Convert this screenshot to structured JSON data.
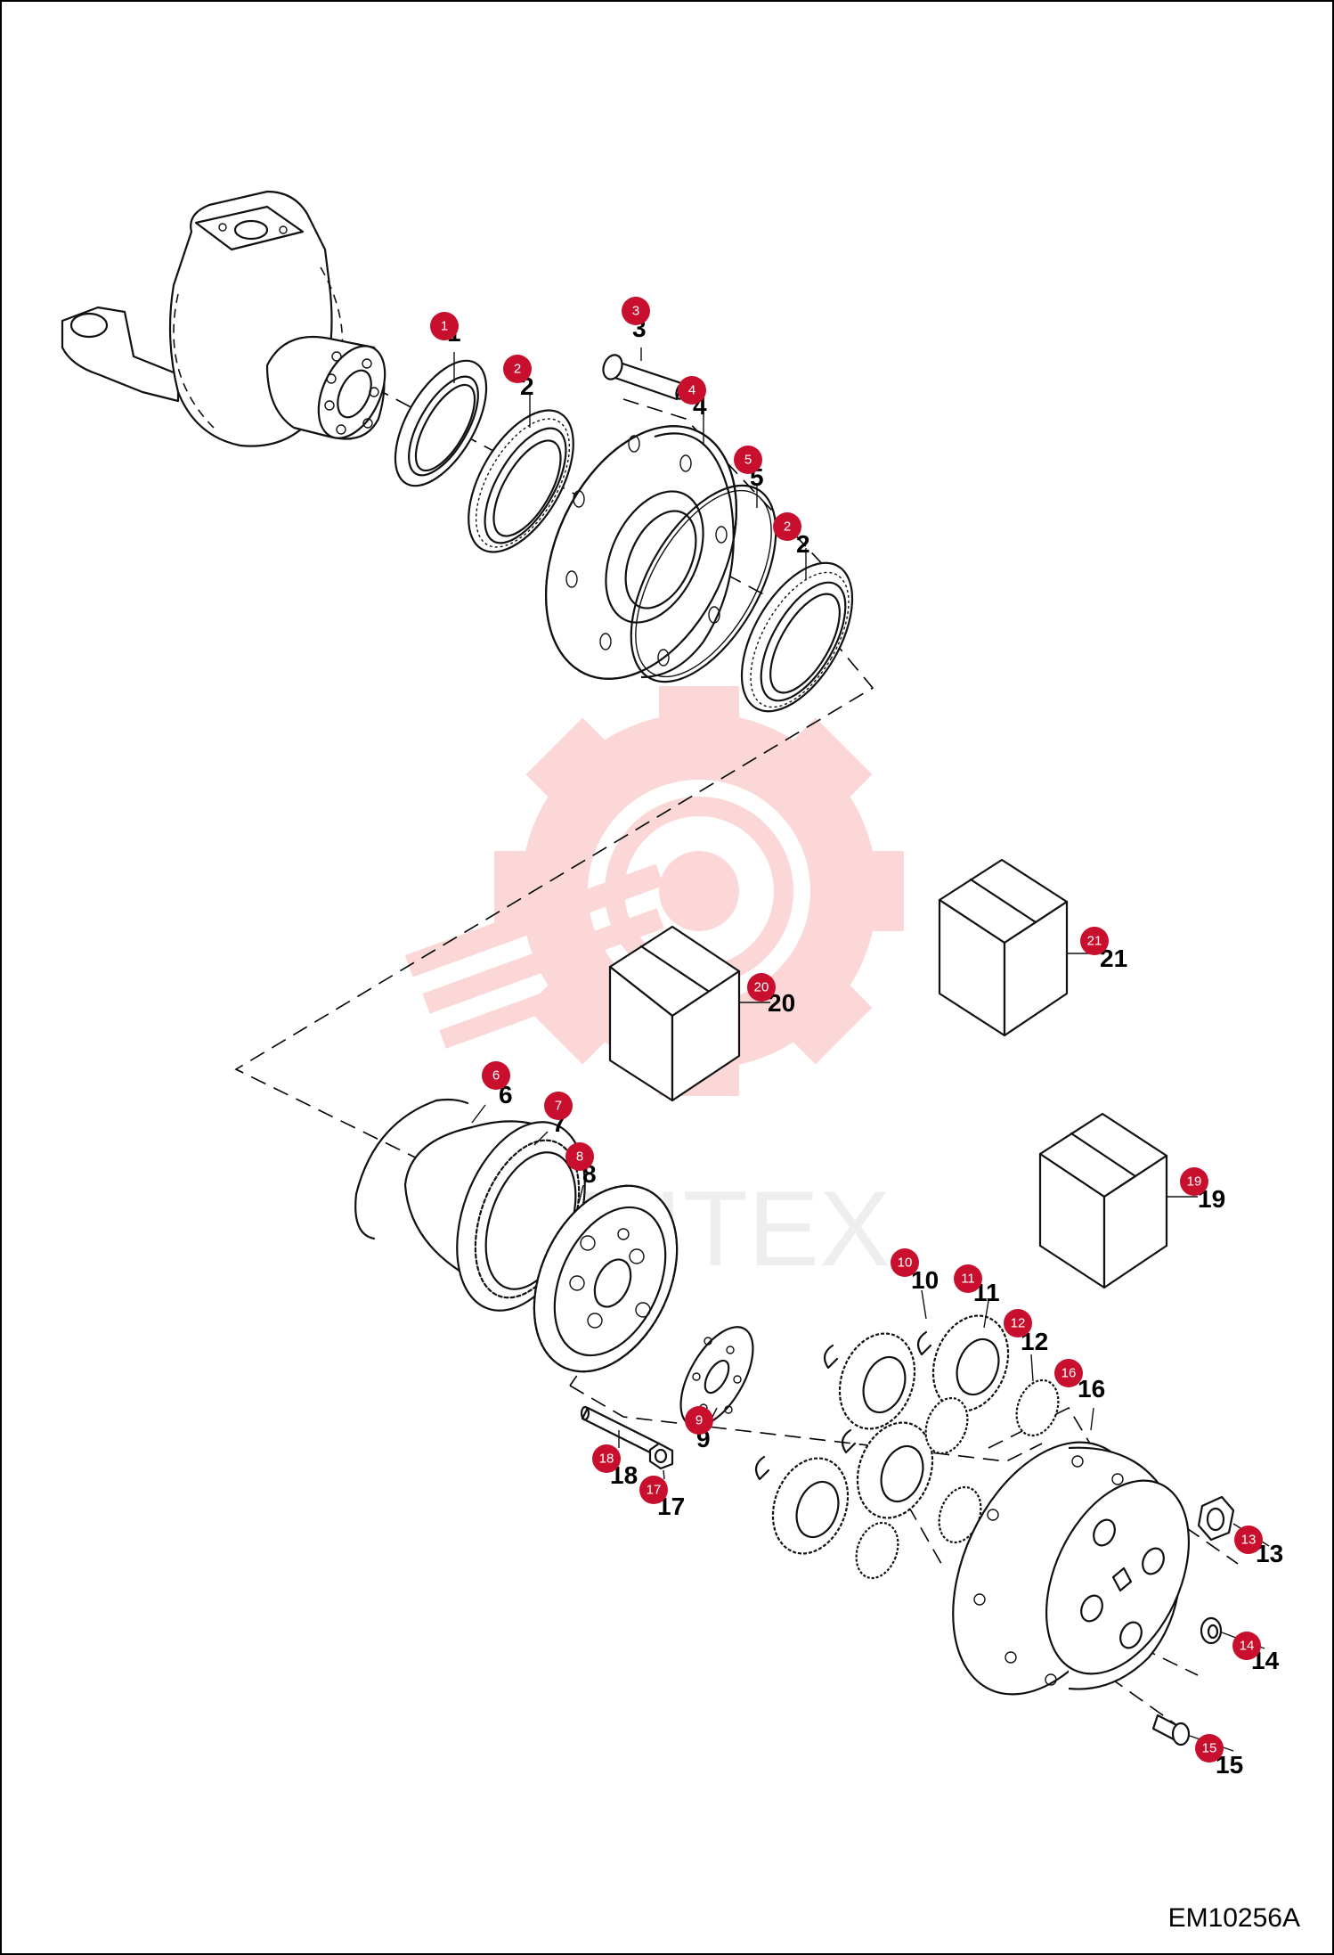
{
  "drawing_code": "EM10256A",
  "watermark_text": "UNITEX",
  "colors": {
    "badge": "#c8102e",
    "watermark": "#f8c7c7",
    "line": "#111111"
  },
  "callouts": [
    {
      "id": "1",
      "label": "1"
    },
    {
      "id": "2",
      "label": "2"
    },
    {
      "id": "3",
      "label": "3"
    },
    {
      "id": "4",
      "label": "4"
    },
    {
      "id": "5",
      "label": "5"
    },
    {
      "id": "2b",
      "label": "2"
    },
    {
      "id": "6",
      "label": "6"
    },
    {
      "id": "7",
      "label": "7"
    },
    {
      "id": "8",
      "label": "8"
    },
    {
      "id": "9",
      "label": "9"
    },
    {
      "id": "10",
      "label": "10"
    },
    {
      "id": "11",
      "label": "11"
    },
    {
      "id": "12",
      "label": "12"
    },
    {
      "id": "13",
      "label": "13"
    },
    {
      "id": "14",
      "label": "14"
    },
    {
      "id": "15",
      "label": "15"
    },
    {
      "id": "16",
      "label": "16"
    },
    {
      "id": "17",
      "label": "17"
    },
    {
      "id": "18",
      "label": "18"
    },
    {
      "id": "19",
      "label": "19"
    },
    {
      "id": "20",
      "label": "20"
    },
    {
      "id": "21",
      "label": "21"
    }
  ]
}
